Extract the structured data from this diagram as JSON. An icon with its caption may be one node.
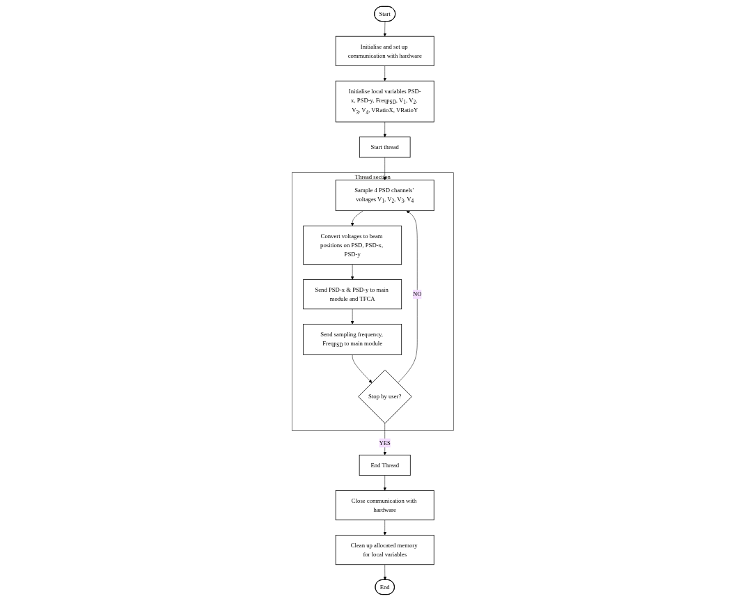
{
  "diagram": {
    "nodes": [
      {
        "text": [
          "Start"
        ]
      },
      {
        "text": [
          "Initialise and set up communication with hardware"
        ]
      },
      {
        "text": [
          "Initialise local variables PSD-x, PSD-y, Freq$_{PSD}$, V$_{1}$, V$_{2}$, V$_{3}$, V$_{4}$, VRatioX, VRatioY"
        ]
      },
      {
        "text": [
          "Start thread"
        ]
      },
      {
        "text": [
          "Thread section"
        ]
      },
      {
        "text": [
          "Sample 4 PSD channels' voltages V$_{1}$, V$_{2}$, V$_{3}$, V$_{4}$"
        ],
        "in": 4
      },
      {
        "text": [
          "Convert voltages to beam positions on PSD, PSD-x, PSD-y"
        ],
        "in": 4
      },
      {
        "text": [
          "Send PSD-x & PSD-y to main module and TFCA"
        ],
        "in": 4
      },
      {
        "text": [
          "Send sampling frequency, Freq$_{PSD}$ to main module"
        ],
        "in": 4
      },
      {
        "text": [
          "Stop by user?"
        ],
        "in": 4
      },
      {
        "text": [
          "End Thread"
        ]
      },
      {
        "text": [
          "Close communication with hardware"
        ]
      },
      {
        "text": [
          "Clean up allocated memory for local variables"
        ]
      },
      {
        "text": [
          "End"
        ]
      }
    ],
    "edges": [
      {
        "from": 0,
        "to": 1,
        "arrow": "to"
      },
      {
        "from": 1,
        "to": 2,
        "arrow": "to"
      },
      {
        "from": 2,
        "to": 3,
        "arrow": "to"
      },
      {
        "from": 3,
        "to": 5,
        "arrow": "to"
      },
      {
        "from": 5,
        "to": 6,
        "arrow": "to"
      },
      {
        "from": 6,
        "to": 7,
        "arrow": "to"
      },
      {
        "from": 7,
        "to": 8,
        "arrow": "to"
      },
      {
        "from": 8,
        "to": 9,
        "arrow": "to"
      },
      {
        "from": 9,
        "to": 5,
        "label": "NO",
        "arrow": "to"
      },
      {
        "from": 9,
        "to": 10,
        "label": "YES",
        "arrow": "to"
      },
      {
        "from": 10,
        "to": 11,
        "arrow": "to"
      },
      {
        "from": 11,
        "to": 12,
        "arrow": "to"
      },
      {
        "from": 12,
        "to": 13,
        "arrow": "to"
      }
    ]
  }
}
